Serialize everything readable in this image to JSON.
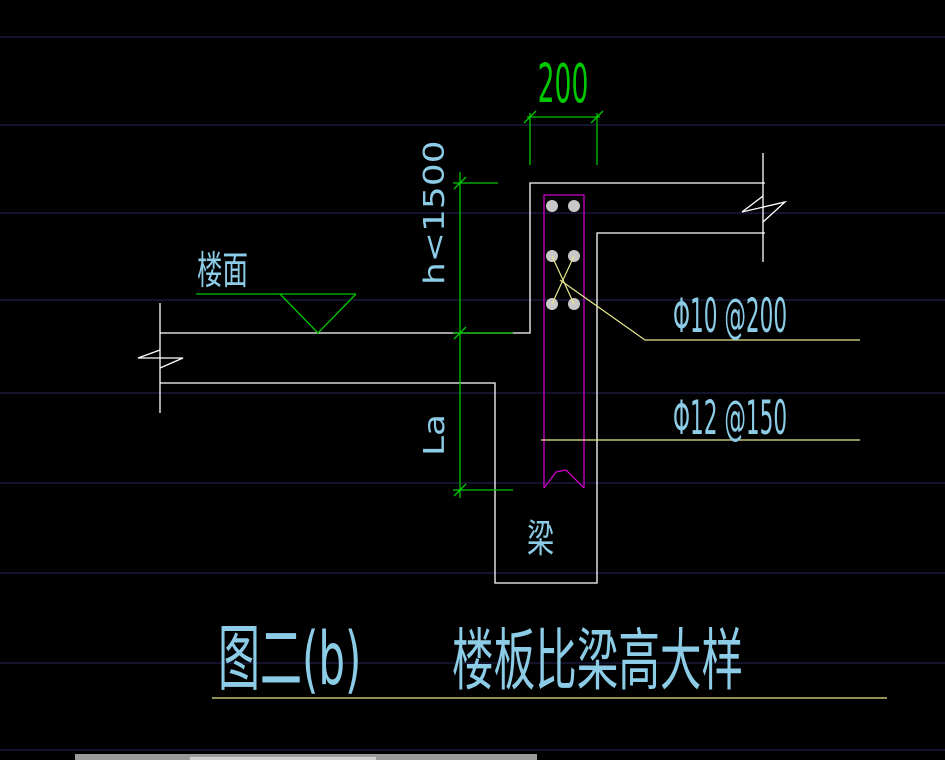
{
  "drawing": {
    "dimension_width": "200",
    "dimension_height": "h<1500",
    "dimension_anchor": "La",
    "floor_label": "楼面",
    "beam_label": "梁",
    "rebar_stirrup": "Φ10 @200",
    "rebar_main": "Φ12 @150",
    "title_prefix": "图二(b)",
    "title_main": "楼板比梁高大样"
  },
  "colors": {
    "background": "#000000",
    "grid": "#26265a",
    "outline": "#ffffff",
    "dimension": "#00c800",
    "stirrup": "#c800c8",
    "rebar_dot": "#c8c8c8",
    "leader": "#e6e68c",
    "text": "#8ccce6"
  }
}
